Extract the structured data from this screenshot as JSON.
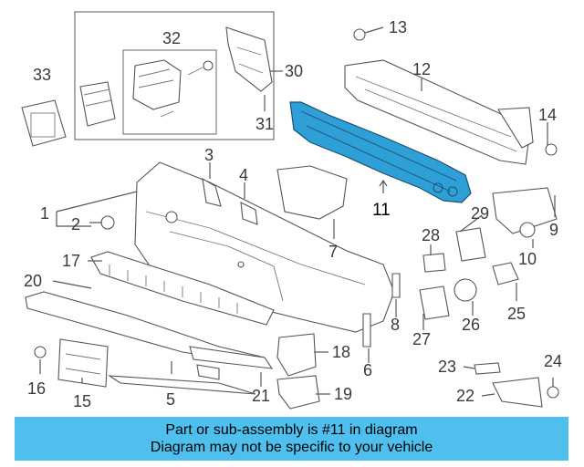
{
  "diagram": {
    "highlight_color": "#2f9fd8",
    "highlighted_part": "11",
    "callouts": {
      "c1": "1",
      "c2": "2",
      "c3": "3",
      "c4": "4",
      "c5": "5",
      "c6": "6",
      "c7": "7",
      "c8": "8",
      "c9": "9",
      "c10": "10",
      "c11": "11",
      "c12": "12",
      "c13": "13",
      "c14": "14",
      "c15": "15",
      "c16": "16",
      "c17": "17",
      "c18": "18",
      "c19": "19",
      "c20": "20",
      "c21": "21",
      "c22": "22",
      "c23": "23",
      "c24": "24",
      "c25": "25",
      "c26": "26",
      "c27": "27",
      "c28": "28",
      "c29": "29",
      "c30": "30",
      "c31": "31",
      "c32": "32",
      "c33": "33"
    }
  },
  "banner": {
    "line1": "Part or sub-assembly is #11 in diagram",
    "line2": "Diagram may not be specific to your vehicle",
    "color": "#4fc0ee"
  }
}
